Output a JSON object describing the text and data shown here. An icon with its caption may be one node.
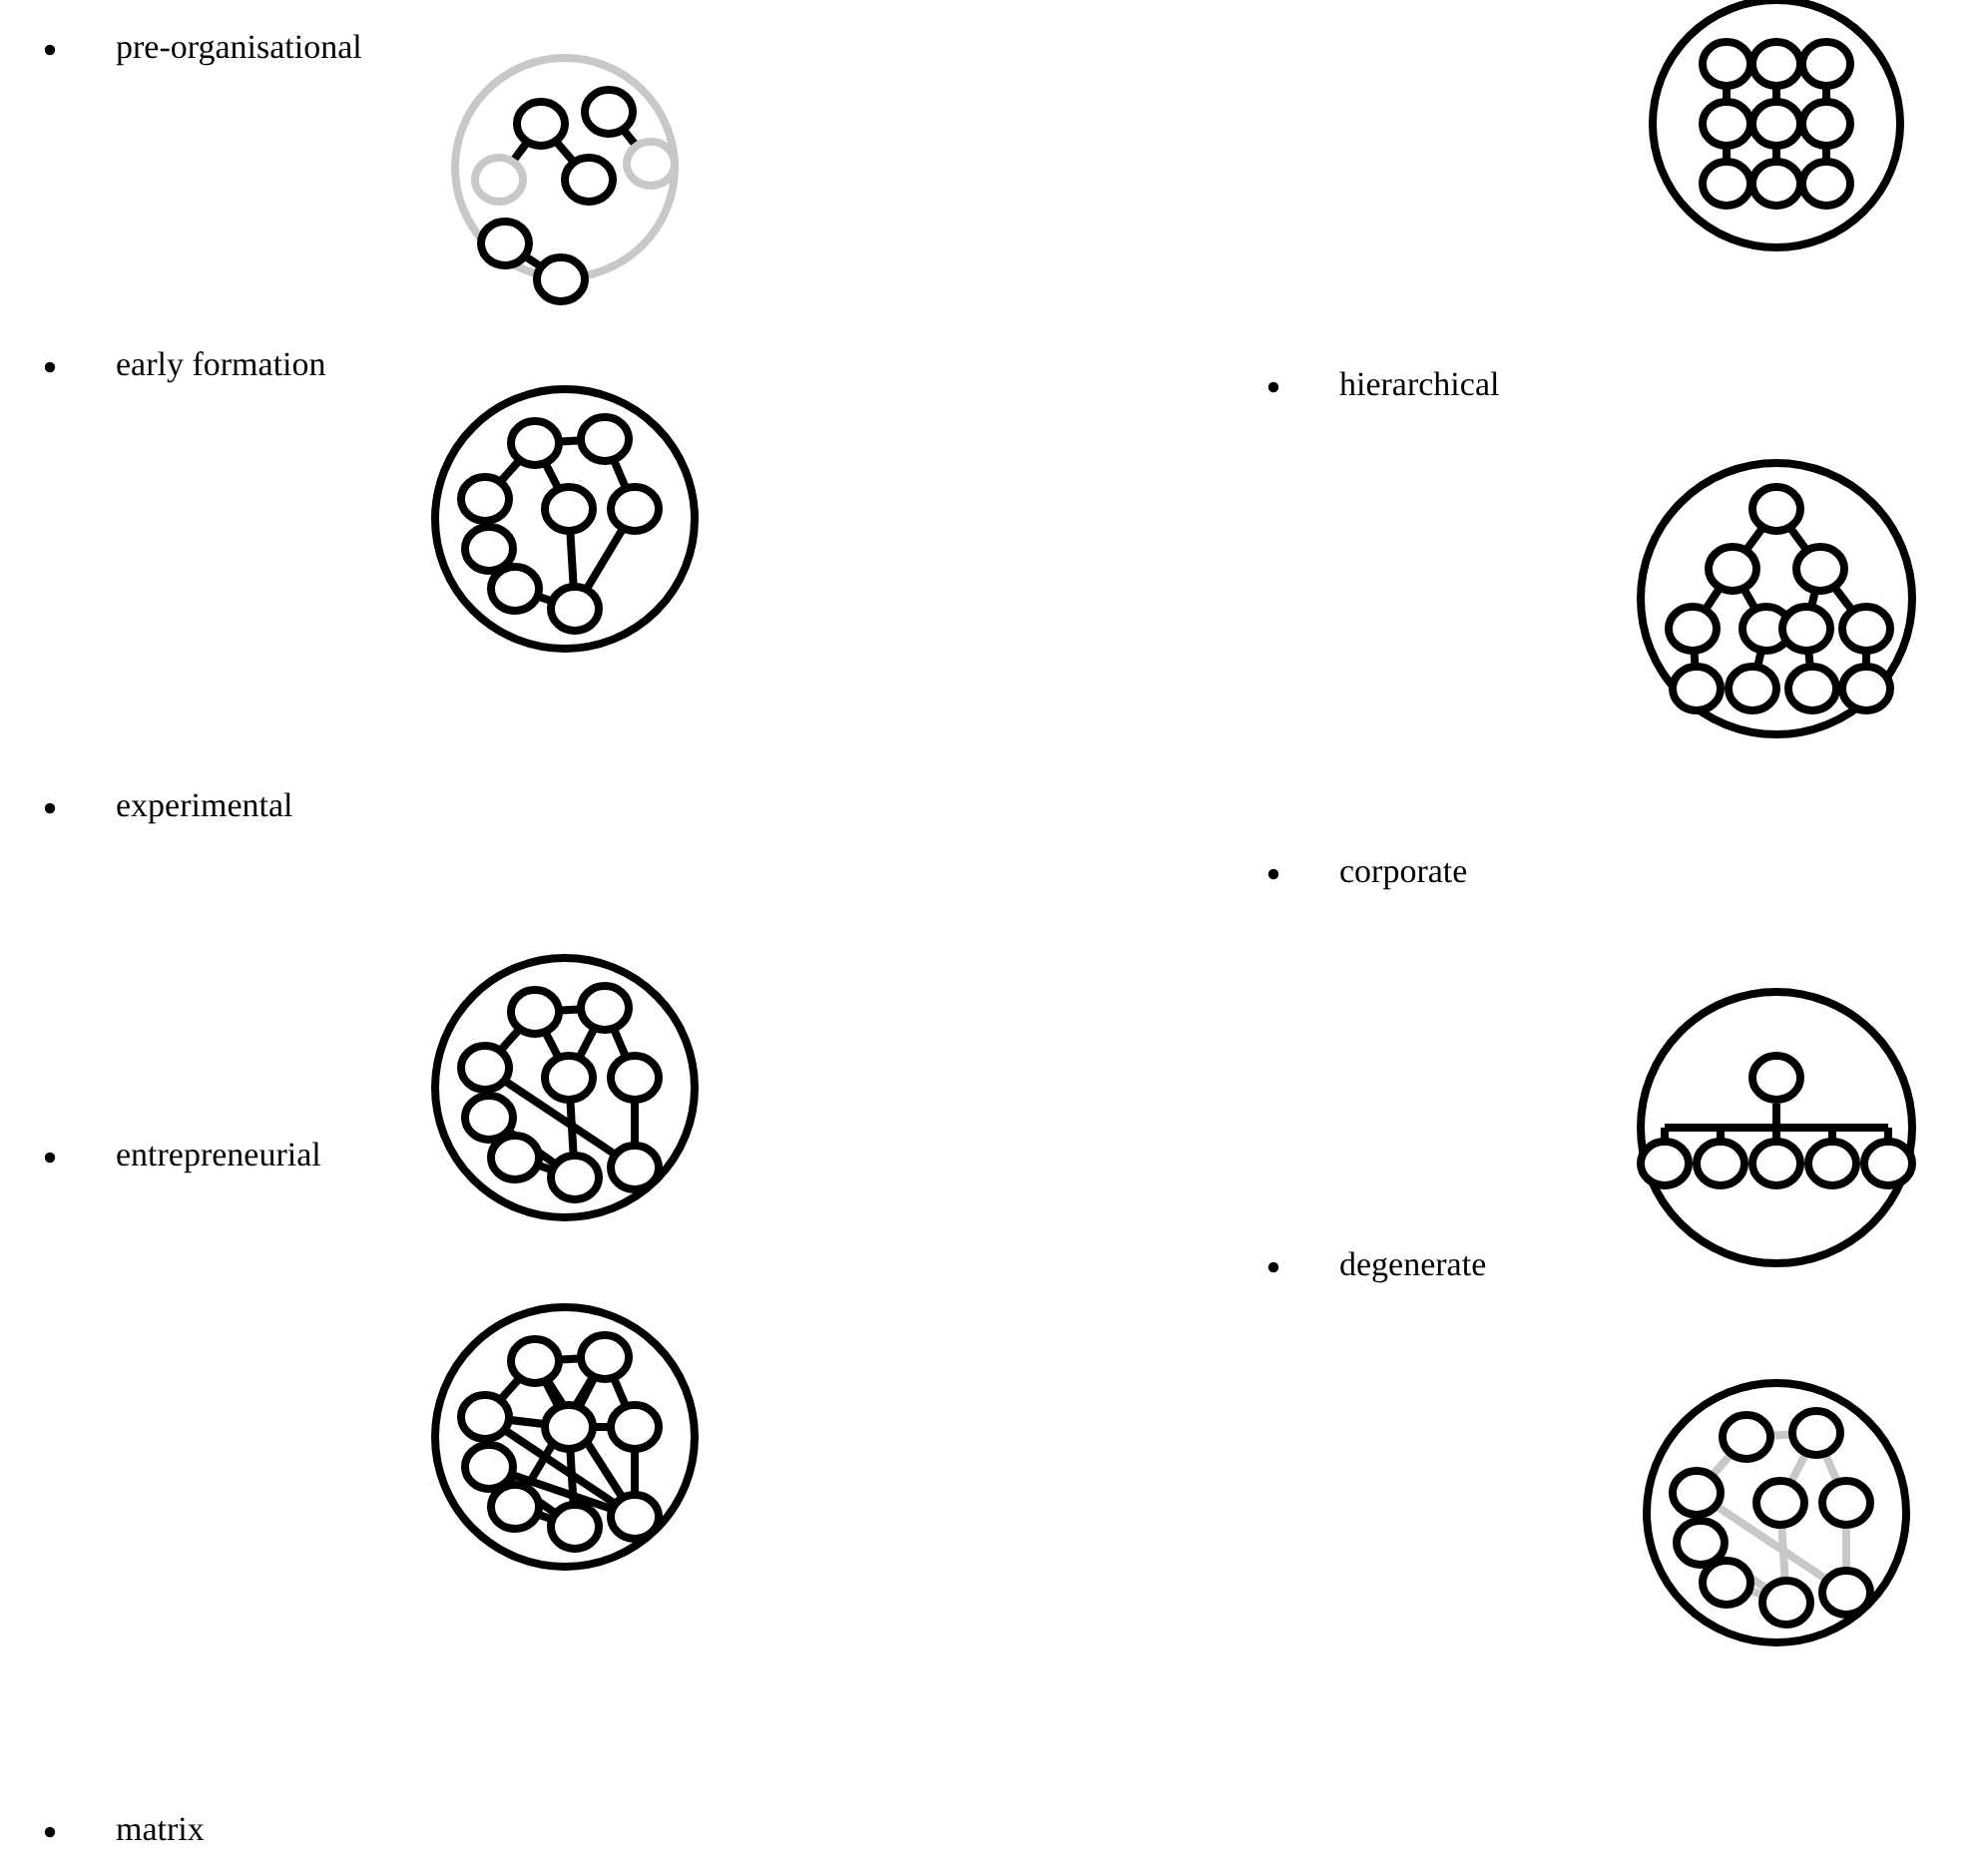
{
  "diagram": {
    "labels": [
      "pre-organisational",
      "early formation",
      "experimental",
      "entrepreneurial",
      "matrix",
      "hierarchical",
      "corporate",
      "degenerate"
    ]
  }
}
